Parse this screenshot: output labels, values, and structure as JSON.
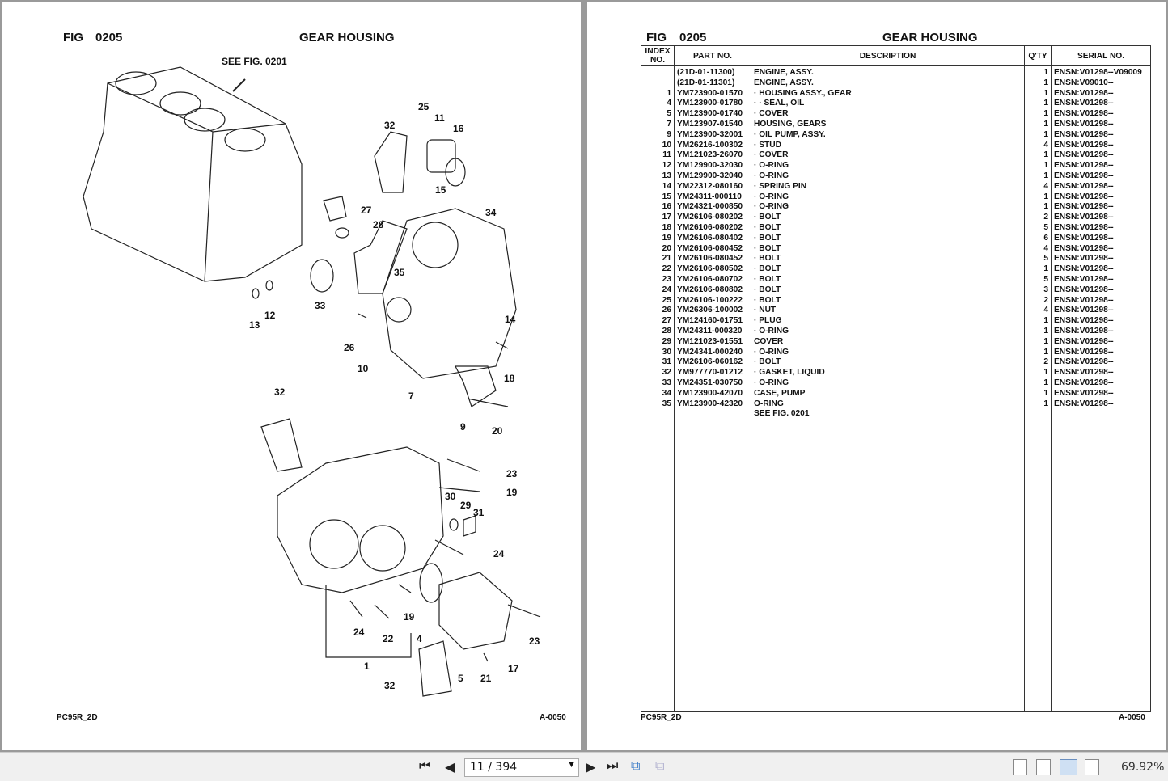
{
  "left_page": {
    "fig_label": "FIG",
    "fig_no": "0205",
    "title": "GEAR HOUSING",
    "see_fig": "SEE FIG. 0201",
    "model": "PC95R_2D",
    "page_code": "A-0050",
    "callouts": [
      "32",
      "25",
      "11",
      "16",
      "15",
      "34",
      "27",
      "28",
      "35",
      "33",
      "14",
      "26",
      "10",
      "18",
      "7",
      "9",
      "20",
      "13",
      "12",
      "32",
      "23",
      "19",
      "30",
      "29",
      "31",
      "24",
      "19",
      "24",
      "22",
      "4",
      "23",
      "17",
      "1",
      "5",
      "21",
      "32"
    ]
  },
  "right_page": {
    "fig_label": "FIG",
    "fig_no": "0205",
    "title": "GEAR HOUSING",
    "model": "PC95R_2D",
    "page_code": "A-0050",
    "columns": {
      "index": "INDEX NO.",
      "part": "PART NO.",
      "desc": "DESCRIPTION",
      "qty": "Q'TY",
      "serial": "SERIAL NO."
    },
    "rows": [
      [
        "",
        "(21D-01-11300)",
        "ENGINE, ASSY.",
        "1",
        "ENSN:V01298--V09009"
      ],
      [
        "",
        "(21D-01-11301)",
        "ENGINE, ASSY.",
        "1",
        "ENSN:V09010--"
      ],
      [
        "1",
        "YM723900-01570",
        "· HOUSING ASSY., GEAR",
        "1",
        "ENSN:V01298--"
      ],
      [
        "4",
        "YM123900-01780",
        "· · SEAL, OIL",
        "1",
        "ENSN:V01298--"
      ],
      [
        "5",
        "YM123900-01740",
        "· COVER",
        "1",
        "ENSN:V01298--"
      ],
      [
        "7",
        "YM123907-01540",
        "HOUSING, GEARS",
        "1",
        "ENSN:V01298--"
      ],
      [
        "9",
        "YM123900-32001",
        "· OIL PUMP, ASSY.",
        "1",
        "ENSN:V01298--"
      ],
      [
        "10",
        "YM26216-100302",
        "· STUD",
        "4",
        "ENSN:V01298--"
      ],
      [
        "11",
        "YM121023-26070",
        "· COVER",
        "1",
        "ENSN:V01298--"
      ],
      [
        "12",
        "YM129900-32030",
        "· O-RING",
        "1",
        "ENSN:V01298--"
      ],
      [
        "13",
        "YM129900-32040",
        "· O-RING",
        "1",
        "ENSN:V01298--"
      ],
      [
        "14",
        "YM22312-080160",
        "· SPRING PIN",
        "4",
        "ENSN:V01298--"
      ],
      [
        "15",
        "YM24311-000110",
        "· O-RING",
        "1",
        "ENSN:V01298--"
      ],
      [
        "16",
        "YM24321-000850",
        "· O-RING",
        "1",
        "ENSN:V01298--"
      ],
      [
        "17",
        "YM26106-080202",
        "· BOLT",
        "2",
        "ENSN:V01298--"
      ],
      [
        "18",
        "YM26106-080202",
        "· BOLT",
        "5",
        "ENSN:V01298--"
      ],
      [
        "19",
        "YM26106-080402",
        "· BOLT",
        "6",
        "ENSN:V01298--"
      ],
      [
        "20",
        "YM26106-080452",
        "· BOLT",
        "4",
        "ENSN:V01298--"
      ],
      [
        "21",
        "YM26106-080452",
        "· BOLT",
        "5",
        "ENSN:V01298--"
      ],
      [
        "22",
        "YM26106-080502",
        "· BOLT",
        "1",
        "ENSN:V01298--"
      ],
      [
        "23",
        "YM26106-080702",
        "· BOLT",
        "5",
        "ENSN:V01298--"
      ],
      [
        "24",
        "YM26106-080802",
        "· BOLT",
        "3",
        "ENSN:V01298--"
      ],
      [
        "25",
        "YM26106-100222",
        "· BOLT",
        "2",
        "ENSN:V01298--"
      ],
      [
        "26",
        "YM26306-100002",
        "· NUT",
        "4",
        "ENSN:V01298--"
      ],
      [
        "27",
        "YM124160-01751",
        "· PLUG",
        "1",
        "ENSN:V01298--"
      ],
      [
        "28",
        "YM24311-000320",
        "· O-RING",
        "1",
        "ENSN:V01298--"
      ],
      [
        "29",
        "YM121023-01551",
        "COVER",
        "1",
        "ENSN:V01298--"
      ],
      [
        "30",
        "YM24341-000240",
        "· O-RING",
        "1",
        "ENSN:V01298--"
      ],
      [
        "31",
        "YM26106-060162",
        "· BOLT",
        "2",
        "ENSN:V01298--"
      ],
      [
        "32",
        "YM977770-01212",
        "· GASKET, LIQUID",
        "1",
        "ENSN:V01298--"
      ],
      [
        "33",
        "YM24351-030750",
        "· O-RING",
        "1",
        "ENSN:V01298--"
      ],
      [
        "34",
        "YM123900-42070",
        "CASE, PUMP",
        "1",
        "ENSN:V01298--"
      ],
      [
        "35",
        "YM123900-42320",
        "O-RING",
        "1",
        "ENSN:V01298--"
      ],
      [
        "",
        "",
        "SEE FIG. 0201",
        "",
        ""
      ]
    ]
  },
  "toolbar": {
    "page_value": "11 / 394",
    "zoom": "69.92%"
  }
}
